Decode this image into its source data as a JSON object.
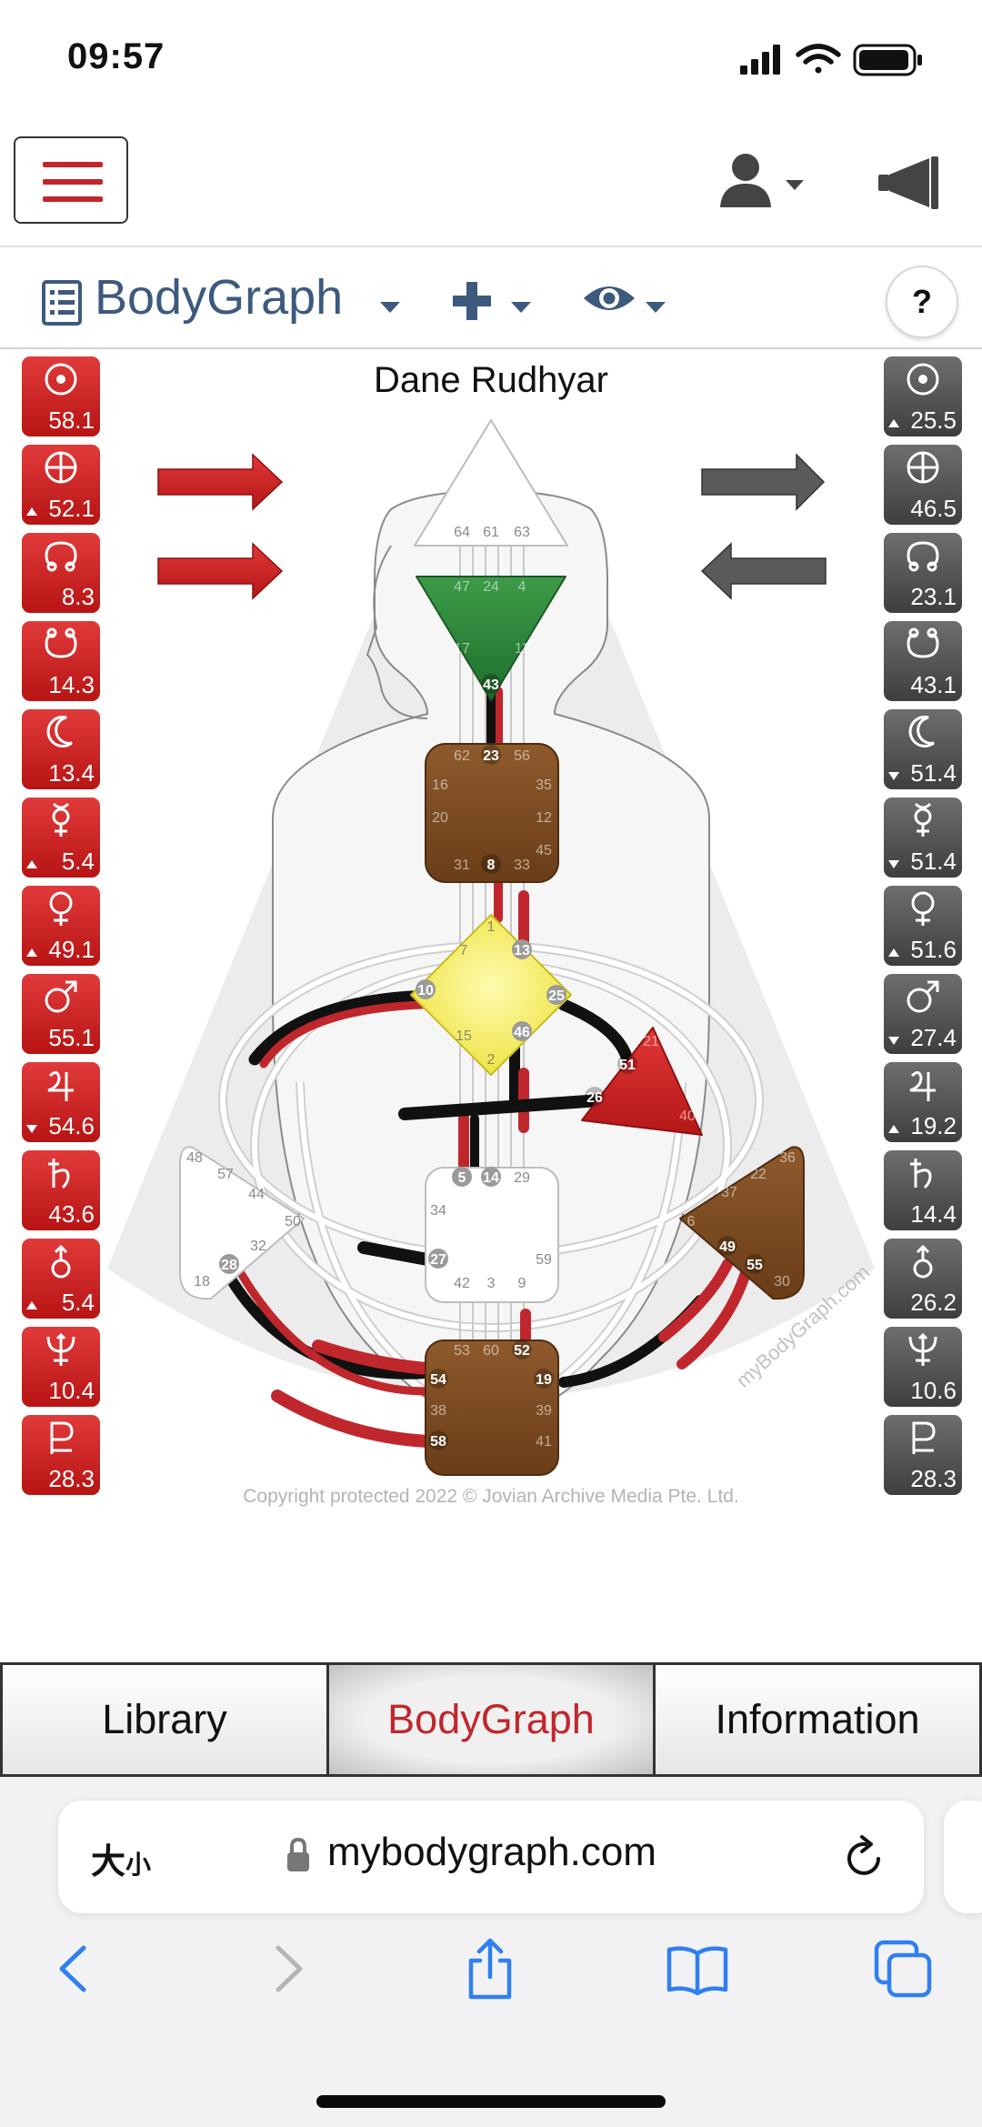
{
  "status_bar": {
    "time": "09:57"
  },
  "toolbar": {
    "title": "BodyGraph",
    "help_label": "?"
  },
  "chart": {
    "name": "Dane Rudhyar",
    "copyright": "Copyright protected 2022 © Jovian Archive Media Pte. Ltd.",
    "watermark": "myBodyGraph.com",
    "design_color": "#c0272d",
    "personality_color": "#4a4a4a",
    "design_planets": [
      {
        "symbol": "sun-icon",
        "value": "58.1",
        "arrow": ""
      },
      {
        "symbol": "earth-icon",
        "value": "52.1",
        "arrow": "up"
      },
      {
        "symbol": "north-node-icon",
        "value": "8.3",
        "arrow": ""
      },
      {
        "symbol": "south-node-icon",
        "value": "14.3",
        "arrow": ""
      },
      {
        "symbol": "moon-icon",
        "value": "13.4",
        "arrow": ""
      },
      {
        "symbol": "mercury-icon",
        "value": "5.4",
        "arrow": "up"
      },
      {
        "symbol": "venus-icon",
        "value": "49.1",
        "arrow": "up"
      },
      {
        "symbol": "mars-icon",
        "value": "55.1",
        "arrow": ""
      },
      {
        "symbol": "jupiter-icon",
        "value": "54.6",
        "arrow": "down"
      },
      {
        "symbol": "saturn-icon",
        "value": "43.6",
        "arrow": ""
      },
      {
        "symbol": "uranus-icon",
        "value": "5.4",
        "arrow": "up"
      },
      {
        "symbol": "neptune-icon",
        "value": "10.4",
        "arrow": ""
      },
      {
        "symbol": "pluto-icon",
        "value": "28.3",
        "arrow": ""
      }
    ],
    "personality_planets": [
      {
        "symbol": "sun-icon",
        "value": "25.5",
        "arrow": "up"
      },
      {
        "symbol": "earth-icon",
        "value": "46.5",
        "arrow": ""
      },
      {
        "symbol": "north-node-icon",
        "value": "23.1",
        "arrow": ""
      },
      {
        "symbol": "south-node-icon",
        "value": "43.1",
        "arrow": ""
      },
      {
        "symbol": "moon-icon",
        "value": "51.4",
        "arrow": "down"
      },
      {
        "symbol": "mercury-icon",
        "value": "51.4",
        "arrow": "down"
      },
      {
        "symbol": "venus-icon",
        "value": "51.6",
        "arrow": "up"
      },
      {
        "symbol": "mars-icon",
        "value": "27.4",
        "arrow": "down"
      },
      {
        "symbol": "jupiter-icon",
        "value": "19.2",
        "arrow": "up"
      },
      {
        "symbol": "saturn-icon",
        "value": "14.4",
        "arrow": ""
      },
      {
        "symbol": "uranus-icon",
        "value": "26.2",
        "arrow": ""
      },
      {
        "symbol": "neptune-icon",
        "value": "10.6",
        "arrow": ""
      },
      {
        "symbol": "pluto-icon",
        "value": "28.3",
        "arrow": ""
      }
    ],
    "gates": {
      "head": [
        "64",
        "61",
        "63"
      ],
      "ajna": [
        "47",
        "24",
        "4",
        "17",
        "11",
        "43"
      ],
      "throat": [
        "62",
        "23",
        "56",
        "16",
        "35",
        "20",
        "12",
        "45",
        "31",
        "8",
        "33"
      ],
      "g": [
        "1",
        "7",
        "13",
        "10",
        "25",
        "15",
        "46",
        "2"
      ],
      "heart": [
        "21",
        "51",
        "26",
        "40"
      ],
      "sacral": [
        "5",
        "14",
        "29",
        "34",
        "27",
        "59",
        "42",
        "3",
        "9"
      ],
      "spleen": [
        "48",
        "57",
        "44",
        "50",
        "32",
        "18",
        "28"
      ],
      "solar_plexus": [
        "36",
        "22",
        "37",
        "6",
        "49",
        "55",
        "30"
      ],
      "root": [
        "53",
        "60",
        "52",
        "54",
        "19",
        "38",
        "39",
        "58",
        "41"
      ]
    }
  },
  "tabs": [
    {
      "label": "Library",
      "active": false
    },
    {
      "label": "BodyGraph",
      "active": true
    },
    {
      "label": "Information",
      "active": false
    }
  ],
  "browser": {
    "text_size_label": "大",
    "text_size_small": "小",
    "url": "mybodygraph.com"
  }
}
